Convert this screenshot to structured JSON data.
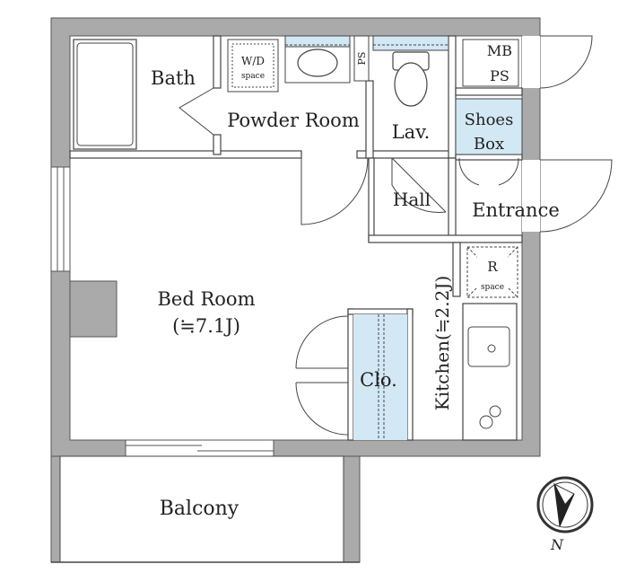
{
  "rooms": {
    "bath": "Bath",
    "wd_top": "W/D",
    "wd_bottom": "space",
    "ps_small": "PS",
    "powder_room": "Powder Room",
    "lav": "Lav.",
    "mb_top": "MB",
    "mb_bottom": "PS",
    "shoes_top": "Shoes",
    "shoes_bottom": "Box",
    "hall": "Hall",
    "entrance": "Entrance",
    "r_top": "R",
    "r_bottom": "space",
    "bedroom_name": "Bed Room",
    "bedroom_size": "(≒7.1J)",
    "closet": "Clo.",
    "kitchen": "Kitchen(≒2.2J)",
    "balcony": "Balcony"
  },
  "compass": {
    "label": "N"
  },
  "colors": {
    "wall": "#aaaaaa",
    "wall_edge": "#555555",
    "line": "#444444",
    "storage_fill": "#d3e8f5",
    "floor": "#ffffff"
  }
}
